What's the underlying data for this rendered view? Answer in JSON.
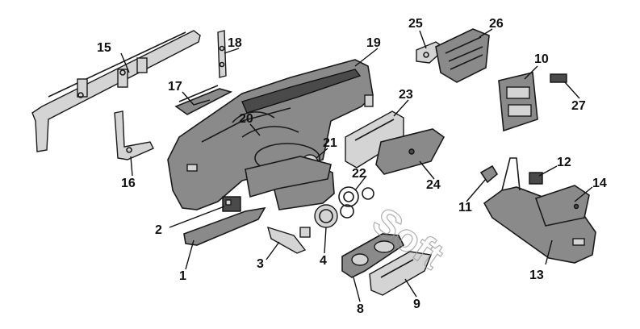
{
  "callouts": [
    {
      "id": "c1",
      "label": "1"
    },
    {
      "id": "c2",
      "label": "2"
    },
    {
      "id": "c3",
      "label": "3"
    },
    {
      "id": "c4",
      "label": "4"
    },
    {
      "id": "c8",
      "label": "8"
    },
    {
      "id": "c9",
      "label": "9"
    },
    {
      "id": "c10",
      "label": "10"
    },
    {
      "id": "c11",
      "label": "11"
    },
    {
      "id": "c12",
      "label": "12"
    },
    {
      "id": "c13",
      "label": "13"
    },
    {
      "id": "c14",
      "label": "14"
    },
    {
      "id": "c15",
      "label": "15"
    },
    {
      "id": "c16",
      "label": "16"
    },
    {
      "id": "c17",
      "label": "17"
    },
    {
      "id": "c18",
      "label": "18"
    },
    {
      "id": "c19",
      "label": "19"
    },
    {
      "id": "c20",
      "label": "20"
    },
    {
      "id": "c21",
      "label": "21"
    },
    {
      "id": "c22",
      "label": "22"
    },
    {
      "id": "c23",
      "label": "23"
    },
    {
      "id": "c24",
      "label": "24"
    },
    {
      "id": "c25",
      "label": "25"
    },
    {
      "id": "c26",
      "label": "26"
    },
    {
      "id": "c27",
      "label": "27"
    }
  ],
  "watermark": {
    "text": "Soft"
  }
}
